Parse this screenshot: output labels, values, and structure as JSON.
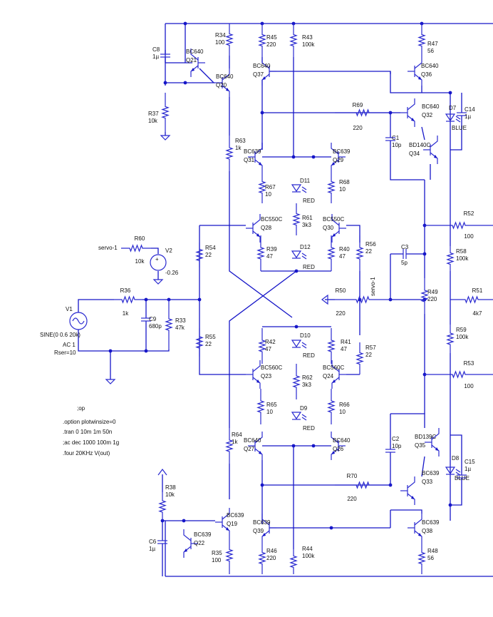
{
  "resistors": [
    {
      "name": "R34",
      "value": "100"
    },
    {
      "name": "R45",
      "value": "220"
    },
    {
      "name": "R43",
      "value": "100k"
    },
    {
      "name": "R47",
      "value": "56"
    },
    {
      "name": "R37",
      "value": "10k"
    },
    {
      "name": "R69",
      "value": "220"
    },
    {
      "name": "R63",
      "value": "1k"
    },
    {
      "name": "R67",
      "value": "10"
    },
    {
      "name": "R68",
      "value": "10"
    },
    {
      "name": "R61",
      "value": "3k3"
    },
    {
      "name": "R39",
      "value": "47"
    },
    {
      "name": "R40",
      "value": "47"
    },
    {
      "name": "R54",
      "value": "22"
    },
    {
      "name": "R56",
      "value": "22"
    },
    {
      "name": "R60",
      "value": "10k"
    },
    {
      "name": "R36",
      "value": "1k"
    },
    {
      "name": "R33",
      "value": "47k"
    },
    {
      "name": "R50",
      "value": "220"
    },
    {
      "name": "R49",
      "value": "220"
    },
    {
      "name": "R51",
      "value": "4k7"
    },
    {
      "name": "R52",
      "value": "100"
    },
    {
      "name": "R58",
      "value": "100k"
    },
    {
      "name": "R59",
      "value": "100k"
    },
    {
      "name": "R53",
      "value": "100"
    },
    {
      "name": "R55",
      "value": "22"
    },
    {
      "name": "R57",
      "value": "22"
    },
    {
      "name": "R42",
      "value": "47"
    },
    {
      "name": "R41",
      "value": "47"
    },
    {
      "name": "R62",
      "value": "3k3"
    },
    {
      "name": "R65",
      "value": "10"
    },
    {
      "name": "R66",
      "value": "10"
    },
    {
      "name": "R64",
      "value": "1k"
    },
    {
      "name": "R70",
      "value": "220"
    },
    {
      "name": "R38",
      "value": "10k"
    },
    {
      "name": "R35",
      "value": "100"
    },
    {
      "name": "R46",
      "value": "220"
    },
    {
      "name": "R44",
      "value": "100k"
    },
    {
      "name": "R48",
      "value": "56"
    }
  ],
  "capacitors": [
    {
      "name": "C8",
      "value": "1µ"
    },
    {
      "name": "C1",
      "value": "10p"
    },
    {
      "name": "C14",
      "value": "1µ"
    },
    {
      "name": "C3",
      "value": "5p"
    },
    {
      "name": "C9",
      "value": "680p"
    },
    {
      "name": "C2",
      "value": "10p"
    },
    {
      "name": "C15",
      "value": "1µ"
    },
    {
      "name": "C6",
      "value": "1µ"
    }
  ],
  "transistors": [
    {
      "name": "Q21",
      "type": "BC640"
    },
    {
      "name": "Q20",
      "type": "BC640"
    },
    {
      "name": "Q37",
      "type": "BC640"
    },
    {
      "name": "Q36",
      "type": "BC640"
    },
    {
      "name": "Q32",
      "type": "BC640"
    },
    {
      "name": "Q34",
      "type": "BD140C"
    },
    {
      "name": "Q31",
      "type": "BC639"
    },
    {
      "name": "Q29",
      "type": "BC639"
    },
    {
      "name": "Q28",
      "type": "BC550C"
    },
    {
      "name": "Q30",
      "type": "BC550C"
    },
    {
      "name": "Q23",
      "type": "BC560C"
    },
    {
      "name": "Q24",
      "type": "BC560C"
    },
    {
      "name": "Q27",
      "type": "BC640"
    },
    {
      "name": "Q26",
      "type": "BC640"
    },
    {
      "name": "Q35",
      "type": "BD139C"
    },
    {
      "name": "Q33",
      "type": "BC639"
    },
    {
      "name": "Q19",
      "type": "BC639"
    },
    {
      "name": "Q22",
      "type": "BC639"
    },
    {
      "name": "Q39",
      "type": "BC639"
    },
    {
      "name": "Q38",
      "type": "BC639"
    }
  ],
  "diodes": [
    {
      "name": "D11",
      "value": "RED"
    },
    {
      "name": "D12",
      "value": "RED"
    },
    {
      "name": "D10",
      "value": "RED"
    },
    {
      "name": "D9",
      "value": "RED"
    },
    {
      "name": "D7",
      "value": "BLUE"
    },
    {
      "name": "D8",
      "value": "BLUE"
    }
  ],
  "sources": {
    "v1": {
      "name": "V1",
      "value": "SINE(0 0.6 20k)",
      "ac": "AC 1",
      "rser": "Rser=10"
    },
    "v2": {
      "name": "V2",
      "value": "-0.26"
    }
  },
  "net_labels": {
    "servo_in": "servo-1",
    "servo_out": "servo-1"
  },
  "directives": [
    ";op",
    ".option plotwinsize=0",
    ".tran 0 10m 1m 50n",
    ";ac dec 1000 100m 1g",
    ".four 20KHz V(out)"
  ],
  "colors": {
    "wire": "#1616c8",
    "text": "#111111",
    "background": "#ffffff"
  }
}
